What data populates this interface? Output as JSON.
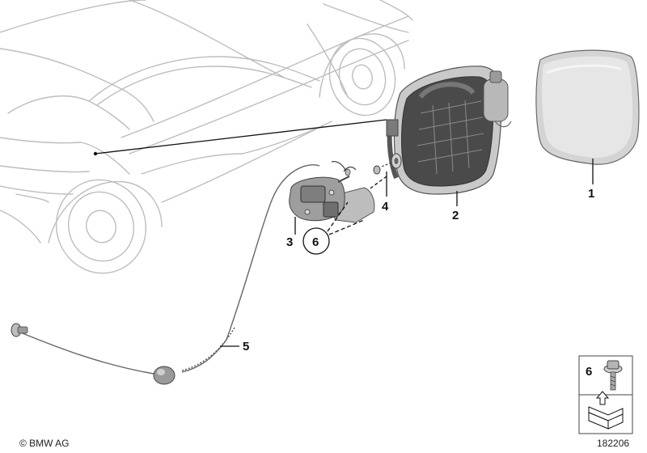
{
  "callouts": {
    "c1": "1",
    "c2": "2",
    "c3": "3",
    "c4": "4",
    "c5": "5",
    "c6": "6"
  },
  "legend": {
    "box_number": "6"
  },
  "copyright": "© BMW AG",
  "diagram_number": "182206"
}
